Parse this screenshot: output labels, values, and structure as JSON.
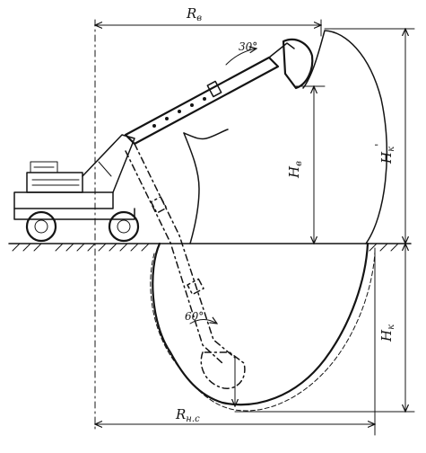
{
  "labels": {
    "reach_digging": "R",
    "reach_digging_sub": "в",
    "height_unload": "H",
    "height_unload_sub": "в",
    "height_max": "H",
    "height_max_sub": "к",
    "height_max_prime": "'",
    "depth": "H",
    "depth_sub": "к",
    "reach_below": "R",
    "reach_below_sub": "н.с",
    "angle_top": "30°",
    "angle_bottom": "60°"
  },
  "colors": {
    "ink": "#141414",
    "paper": "#ffffff"
  }
}
